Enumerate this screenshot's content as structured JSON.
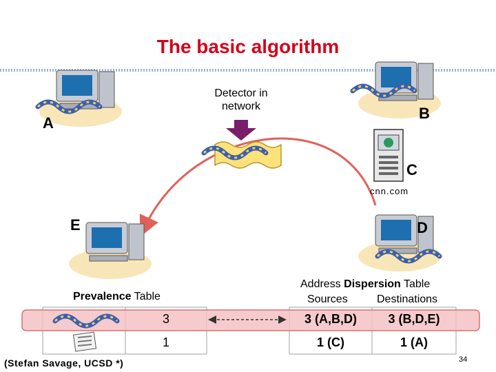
{
  "title": "The basic algorithm",
  "detector": {
    "line1": "Detector in",
    "line2": "network"
  },
  "nodes": {
    "a": "A",
    "b": "B",
    "c": "C",
    "d": "D",
    "e": "E"
  },
  "server_label": "cnn.com",
  "prevalence_table": {
    "heading_bold": "Prevalence",
    "heading_rest": " Table",
    "rows": [
      {
        "value": "3"
      },
      {
        "value": "1"
      }
    ]
  },
  "dispersion_table": {
    "heading_pre": "Address ",
    "heading_bold": "Dispersion",
    "heading_post": " Table",
    "col_sources": "Sources",
    "col_destinations": "Destinations",
    "rows": [
      {
        "sources": "3 (A,B,D)",
        "destinations": "3 (B,D,E)"
      },
      {
        "sources": "1 (C)",
        "destinations": "1 (A)"
      }
    ]
  },
  "footer": "(Stefan Savage, UCSD *)",
  "page_number": "34",
  "colors": {
    "title": "#d4001a",
    "arrow": "#e0605a",
    "highlight_band": "#f4c2c4",
    "detector_arrow": "#7a1e6a",
    "worm": "#3a5fb5"
  },
  "icons": [
    "computer-icon",
    "worm-icon",
    "server-icon",
    "detector-arrow-icon",
    "envelope-icon",
    "newspaper-icon"
  ]
}
